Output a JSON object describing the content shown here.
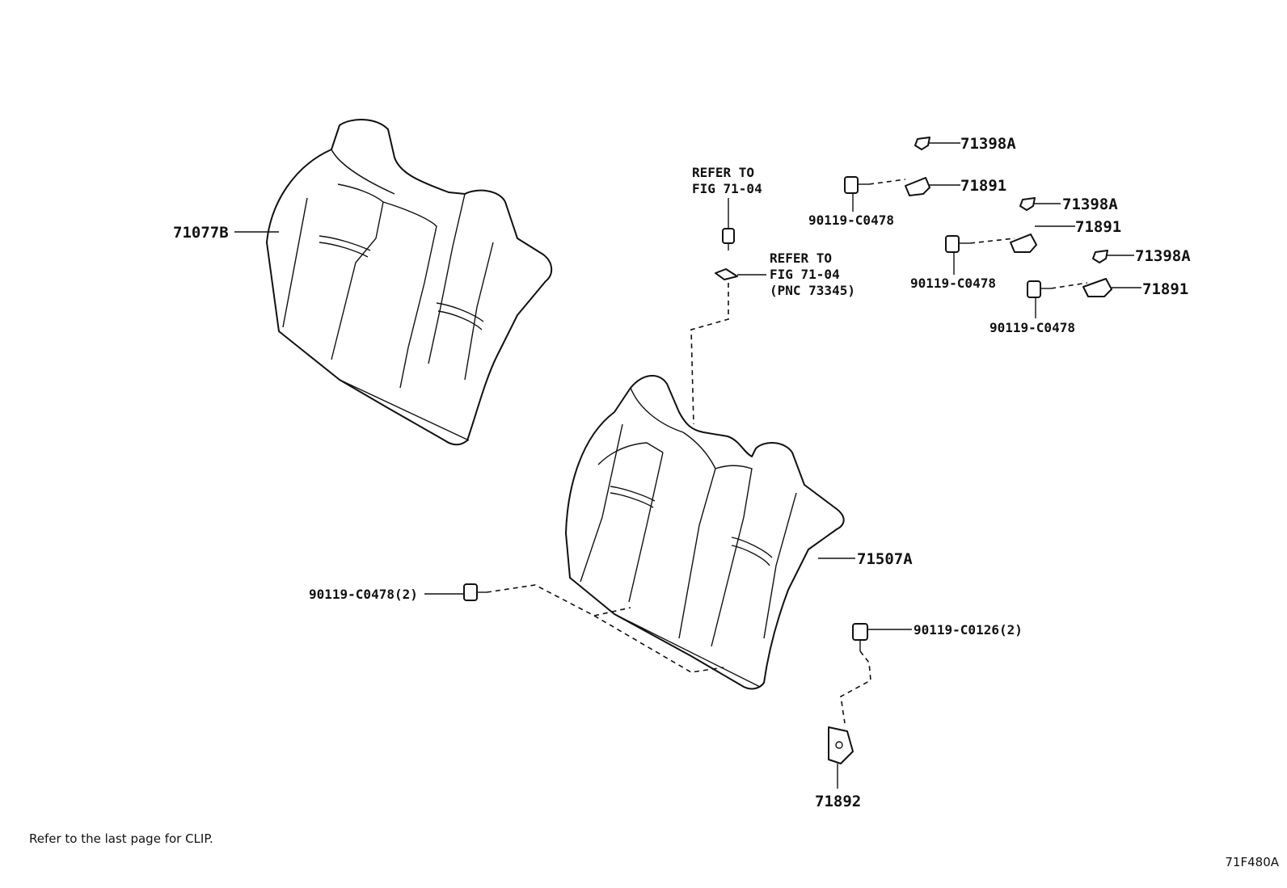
{
  "labels": {
    "p71077B": "71077B",
    "p71507A": "71507A",
    "p71398A_1": "71398A",
    "p71891_1": "71891",
    "p90119_1": "90119-C0478",
    "p71398A_2": "71398A",
    "p71891_2": "71891",
    "p90119_2": "90119-C0478",
    "p71398A_3": "71398A",
    "p71891_3": "71891",
    "p90119_3": "90119-C0478",
    "p90119_4": "90119-C0478(2)",
    "p90119_C0126": "90119-C0126(2)",
    "p71892": "71892",
    "refer1_line1": "REFER TO",
    "refer1_line2": "FIG 71-04",
    "refer2_line1": "REFER TO",
    "refer2_line2": "FIG 71-04",
    "refer2_line3": "(PNC 73345)"
  },
  "footer": {
    "note": "Refer to the last page for CLIP.",
    "figure_code": "71F480A"
  }
}
